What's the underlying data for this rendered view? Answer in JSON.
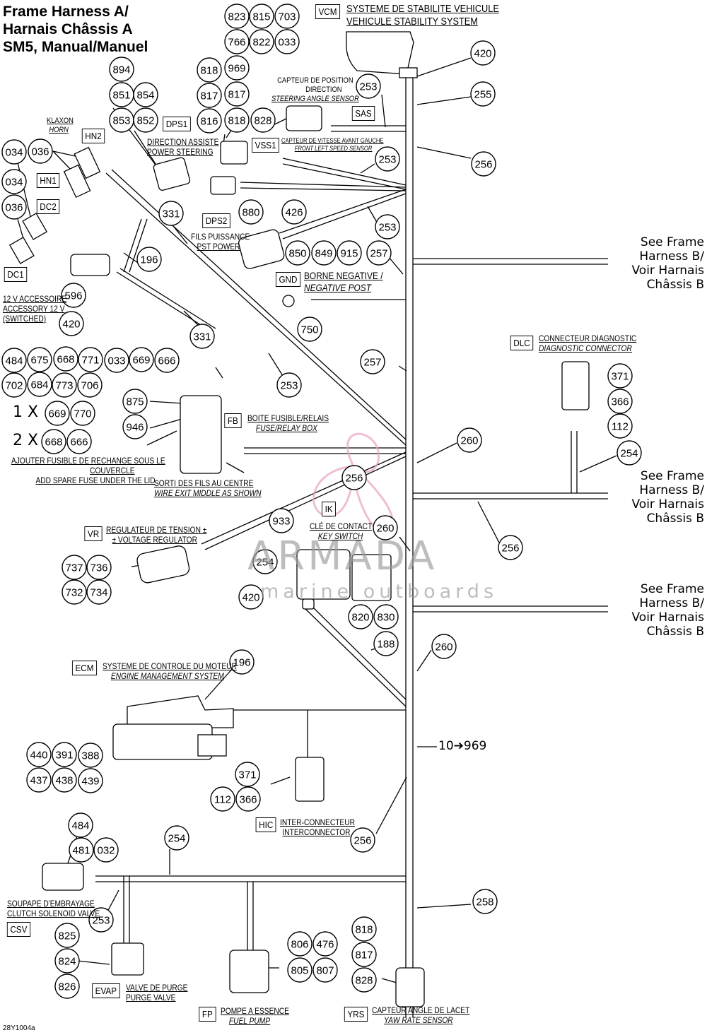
{
  "title": [
    "Frame Harness A/",
    "Harnais Châssis A",
    "SM5, Manual/Manuel"
  ],
  "reference": "28Y1004a",
  "watermark": {
    "brand": "ARMADA",
    "tagline": "marine outboards",
    "color": "#e8a3c5"
  },
  "connectors": {
    "vcm": "VCM",
    "sas": "SAS",
    "vss1": "VSS1",
    "dps1": "DPS1",
    "dps2": "DPS2",
    "hn2": "HN2",
    "hn1": "HN1",
    "dc2": "DC2",
    "dc1": "DC1",
    "gnd": "GND",
    "dlc": "DLC",
    "fb": "FB",
    "vr": "VR",
    "ik": "IK",
    "ecm": "ECM",
    "hic": "HIC",
    "csv": "CSV",
    "evap": "EVAP",
    "fp": "FP",
    "yrs": "YRS"
  },
  "captions": {
    "vcm_fr": "SYSTEME DE STABILITE VEHICULE",
    "vcm_en": "VEHICULE STABILITY SYSTEM",
    "sas_fr1": "CAPTEUR DE POSITION",
    "sas_fr2": "DIRECTION",
    "sas_en": "STEERING ANGLE SENSOR",
    "vss_fr": "CAPTEUR DE VITESSE AVANT GAUCHE",
    "vss_en": "FRONT LEFT SPEED SENSOR",
    "dps_fr": "DIRECTION ASSISTE",
    "dps_en": "POWER STEERING",
    "horn_fr": "KLAXON",
    "horn_en": "HORN",
    "dps2_fr": "FILS PUISSANCE",
    "dps2_en": "PST POWER",
    "gnd_fr": "BORNE NEGATIVE /",
    "gnd_en": "NEGATIVE POST",
    "acc_fr": "12 V ACCESSOIRE",
    "acc_en": "ACCESSORY 12 V",
    "acc_sw": "(SWITCHED)",
    "dlc_fr": "CONNECTEUR DIAGNOSTIC",
    "dlc_en": "DIAGNOSTIC CONNECTOR",
    "fb_fr": "BOITE FUSIBLE/RELAIS",
    "fb_en": "FUSE/RELAY BOX",
    "spare_fr1": "AJOUTER FUSIBLE DE RECHANGE SOUS LE",
    "spare_fr2": "COUVERCLE",
    "spare_en": "ADD SPARE FUSE UNDER THE LID",
    "wire_fr": "SORTI DES FILS AU CENTRE",
    "wire_en": "WIRE EXIT MIDDLE AS SHOWN",
    "vr_fr": "REGULATEUR DE TENSION ±",
    "vr_en": "± VOLTAGE REGULATOR",
    "ik_fr": "CLÉ DE CONTACT",
    "ik_en": "KEY SWITCH",
    "ecm_fr": "SYSTEME DE CONTROLE DU MOTEUR",
    "ecm_en": "ENGINE MANAGEMENT SYSTEM",
    "hic_fr": "INTER-CONNECTEUR",
    "hic_en": "INTERCONNECTOR",
    "csv_fr": "SOUPAPE D'EMBRAYAGE",
    "csv_en": "CLUTCH SOLENOID VALVE",
    "evap_fr": "VALVE DE PURGE",
    "evap_en": "PURGE VALVE",
    "fp_fr": "POMPE A ESSENCE",
    "fp_en": "FUEL PUMP",
    "yrs_fr": "CAPTEUR ANGLE DE LACET",
    "yrs_en": "YAW RATE SENSOR"
  },
  "see_also": [
    [
      "See Frame",
      "Harness B/",
      "Voir Harnais",
      "Châssis B"
    ],
    [
      "See Frame",
      "Harness B/",
      "Voir Harnais",
      "Châssis B"
    ],
    [
      "See Frame",
      "Harness B/",
      "Voir Harnais",
      "Châssis B"
    ]
  ],
  "quantities": {
    "one": "1 X",
    "two": "2 X"
  },
  "series_note": "10➔969",
  "callouts": [
    "823",
    "815",
    "703",
    "766",
    "822",
    "033",
    "420",
    "253",
    "255",
    "256",
    "894",
    "851",
    "854",
    "853",
    "852",
    "969",
    "818",
    "817",
    "817",
    "816",
    "818",
    "828",
    "034",
    "036",
    "034",
    "036",
    "253",
    "880",
    "426",
    "331",
    "196",
    "596",
    "420",
    "253",
    "257",
    "850",
    "849",
    "915",
    "750",
    "331",
    "253",
    "484",
    "675",
    "668",
    "771",
    "033",
    "669",
    "666",
    "702",
    "684",
    "773",
    "706",
    "257",
    "371",
    "366",
    "112",
    "875",
    "946",
    "669",
    "770",
    "668",
    "666",
    "260",
    "254",
    "256",
    "256",
    "933",
    "260",
    "254",
    "420",
    "820",
    "830",
    "737",
    "736",
    "732",
    "734",
    "188",
    "260",
    "196",
    "440",
    "391",
    "388",
    "437",
    "438",
    "439",
    "10",
    "371",
    "112",
    "366",
    "256",
    "484",
    "481",
    "032",
    "254",
    "253",
    "258",
    "825",
    "824",
    "826",
    "806",
    "476",
    "805",
    "807",
    "818",
    "817",
    "828"
  ]
}
